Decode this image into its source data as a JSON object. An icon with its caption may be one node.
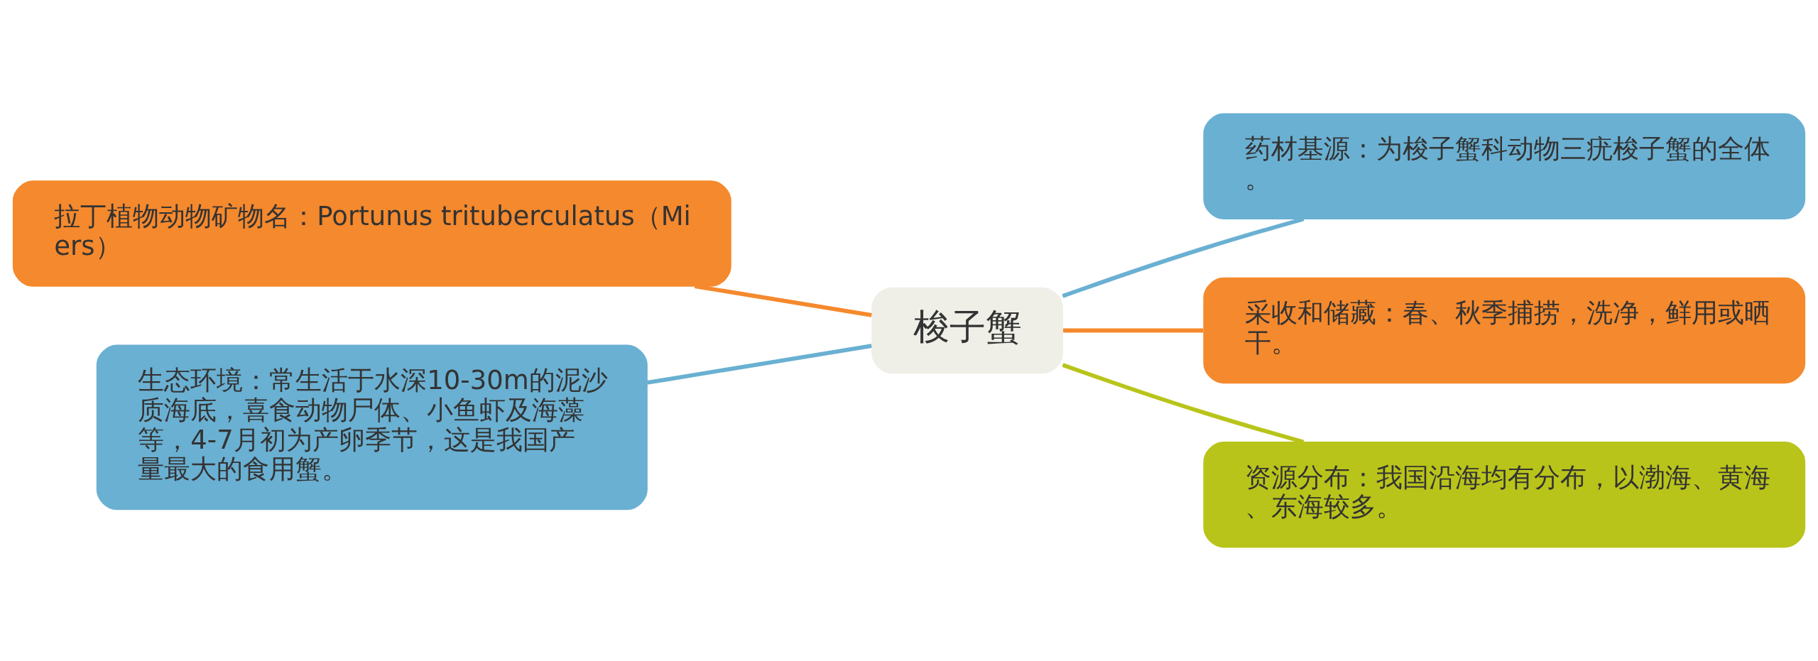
{
  "diagram": {
    "nodes": [
      {
        "text": [
          "梭子蟹"
        ]
      },
      {
        "text": [
          "拉丁植物动物矿物名：Portunus trituberculatus（Miers）"
        ]
      },
      {
        "text": [
          "生态环境：常生活于水深10-30m的泥沙质海底，喜食动物尸体、小鱼虾及海藻等，4-7月初为产卵季节，这是我国产量最大的食用蟹。"
        ]
      },
      {
        "text": [
          "药材基源：为梭子蟹科动物三疣梭子蟹的全体。"
        ]
      },
      {
        "text": [
          "采收和储藏：春、秋季捕捞，洗净，鲜用或晒干。"
        ]
      },
      {
        "text": [
          "资源分布：我国沿海均有分布，以渤海、黄海、东海较多。"
        ]
      }
    ],
    "edges": [
      {
        "from": 0,
        "to": 1,
        "arrow": "none",
        "color": "#f5892d"
      },
      {
        "from": 0,
        "to": 2,
        "arrow": "none",
        "color": "#6ab0d2"
      },
      {
        "from": 0,
        "to": 3,
        "arrow": "none",
        "color": "#6ab0d2"
      },
      {
        "from": 0,
        "to": 4,
        "arrow": "none",
        "color": "#f5892d"
      },
      {
        "from": 0,
        "to": 5,
        "arrow": "none",
        "color": "#b9c41a"
      }
    ]
  }
}
